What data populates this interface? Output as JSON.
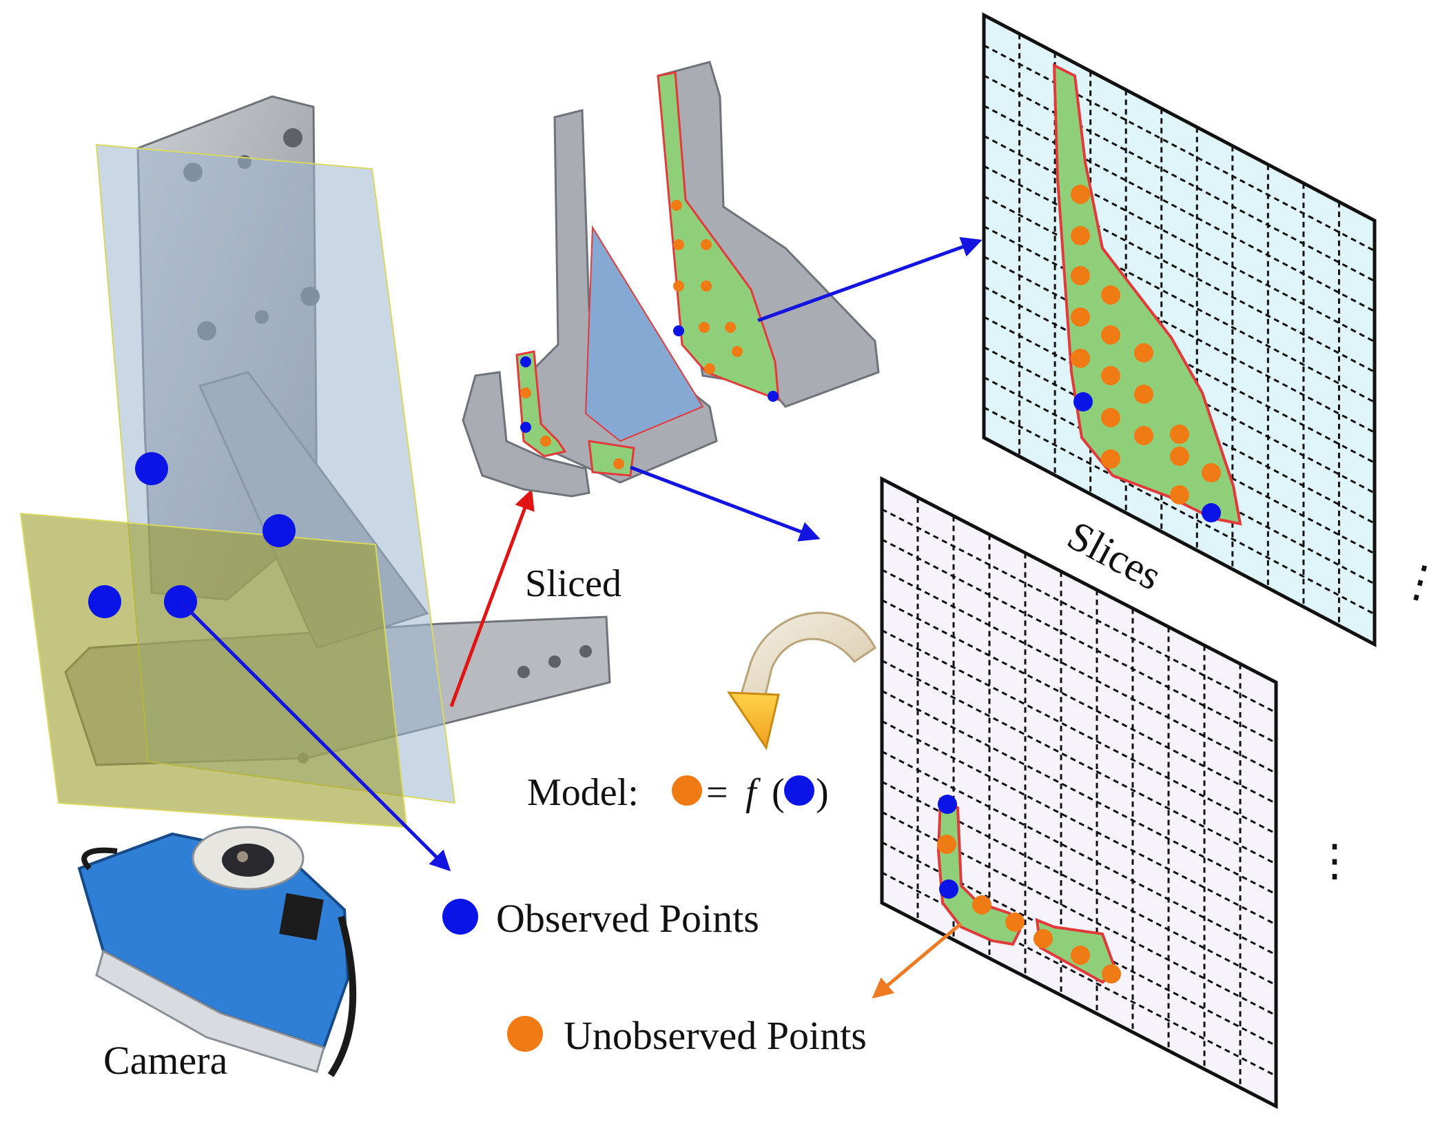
{
  "labels": {
    "sliced": "Sliced",
    "slices": "Slices",
    "camera": "Camera",
    "observed": "Observed Points",
    "unobserved": "Unobserved Points",
    "model_prefix": "Model:",
    "model_equals": "=",
    "model_f": "f",
    "model_open": "(",
    "model_close": ")",
    "ellipsis": "⋮"
  },
  "colors": {
    "observed_point": "#0a14e6",
    "unobserved_point": "#f07a14",
    "slice_fill": "#8fcf7a",
    "slice_outline": "#e23a3a",
    "grid_top_bg": "#dff5fa",
    "grid_bottom_bg": "#f6f3fb",
    "part_gray": "#a9adb3",
    "plane_blue": "#9fb6cf",
    "plane_olive": "#9e9f2e",
    "arrow_blue": "#1414e0",
    "arrow_red": "#e01414",
    "arrow_orange": "#ee7a22",
    "camera_blue": "#2f7fd6"
  }
}
